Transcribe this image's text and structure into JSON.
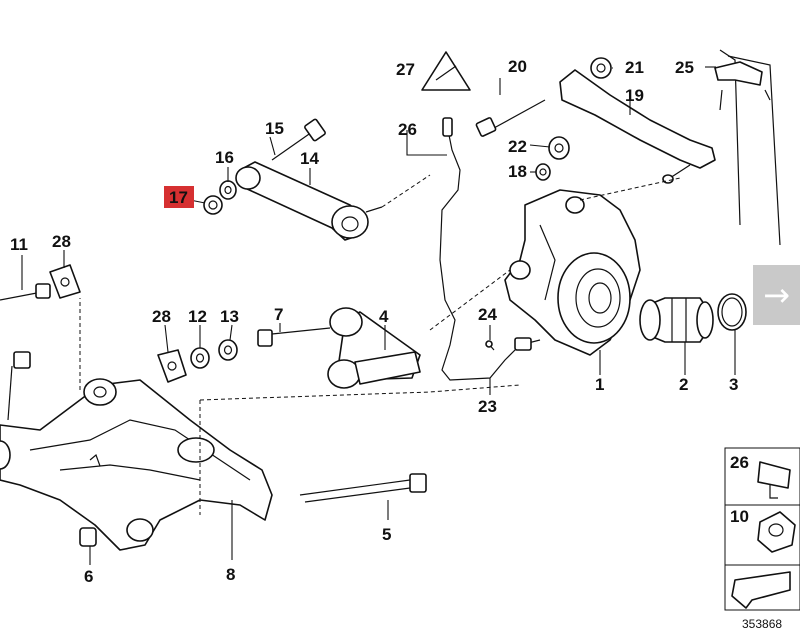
{
  "callouts": {
    "c1": "1",
    "c2": "2",
    "c3": "3",
    "c4": "4",
    "c5": "5",
    "c6": "6",
    "c7": "7",
    "c8": "8",
    "c10": "10",
    "c11": "11",
    "c12": "12",
    "c13": "13",
    "c14": "14",
    "c15": "15",
    "c16": "16",
    "c17": "17",
    "c18": "18",
    "c19": "19",
    "c20": "20",
    "c21": "21",
    "c22": "22",
    "c23": "23",
    "c24": "24",
    "c25": "25",
    "c26": "26",
    "c27": "27",
    "c28a": "28",
    "c28b": "28"
  },
  "highlight_color": "#d63031",
  "legend": {
    "item26": "26",
    "item10": "10"
  },
  "diagram_id": "353868",
  "next_icon": "arrow-right-icon",
  "next_glyph": "→"
}
